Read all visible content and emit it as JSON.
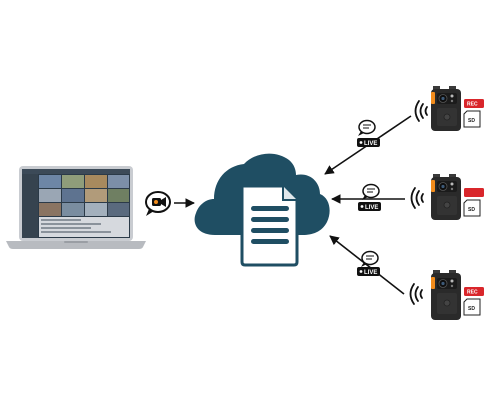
{
  "colors": {
    "cloud": "#1f4e63",
    "document": "#ffffff",
    "arrow": "#111111",
    "badge_bg": "#111111",
    "badge_text": "#ffffff",
    "rec_badge": "#d9262b",
    "camera_body": "#2a2a2a",
    "camera_accent": "#f28c1c",
    "laptop_body": "#c9ccd1",
    "laptop_screen": "#2b3a48"
  },
  "icons": {
    "laptop": "laptop-icon",
    "video_bubble": "video-chat-bubble-icon",
    "cloud": "cloud-icon",
    "document": "document-icon",
    "message": "chat-bubble-icon",
    "wifi": "wifi-signal-icon",
    "body_camera": "body-camera-icon"
  },
  "badges": {
    "live_label": "LIVE",
    "rec_label": "REC",
    "sd_label": "SD"
  },
  "cameras": [
    {
      "id": "camera-top",
      "live_label": "LIVE",
      "rec_label": "REC",
      "sd_label": "SD"
    },
    {
      "id": "camera-middle",
      "live_label": "LIVE",
      "rec_label": "",
      "sd_label": "SD"
    },
    {
      "id": "camera-bottom",
      "live_label": "LIVE",
      "rec_label": "REC",
      "sd_label": "SD"
    }
  ]
}
